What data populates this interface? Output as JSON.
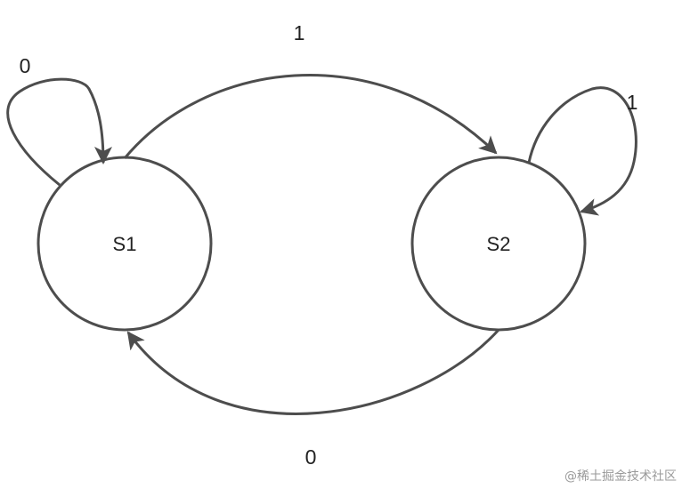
{
  "diagram": {
    "type": "state-machine",
    "states": [
      {
        "id": "S1",
        "label": "S1"
      },
      {
        "id": "S2",
        "label": "S2"
      }
    ],
    "transitions": [
      {
        "from": "S1",
        "to": "S1",
        "label": "0"
      },
      {
        "from": "S1",
        "to": "S2",
        "label": "1"
      },
      {
        "from": "S2",
        "to": "S2",
        "label": "1"
      },
      {
        "from": "S2",
        "to": "S1",
        "label": "0"
      }
    ]
  },
  "colors": {
    "stroke": "#4d4d4d",
    "text": "#222222",
    "watermark": "#9a9a9a"
  },
  "watermark": "@稀土掘金技术社区"
}
